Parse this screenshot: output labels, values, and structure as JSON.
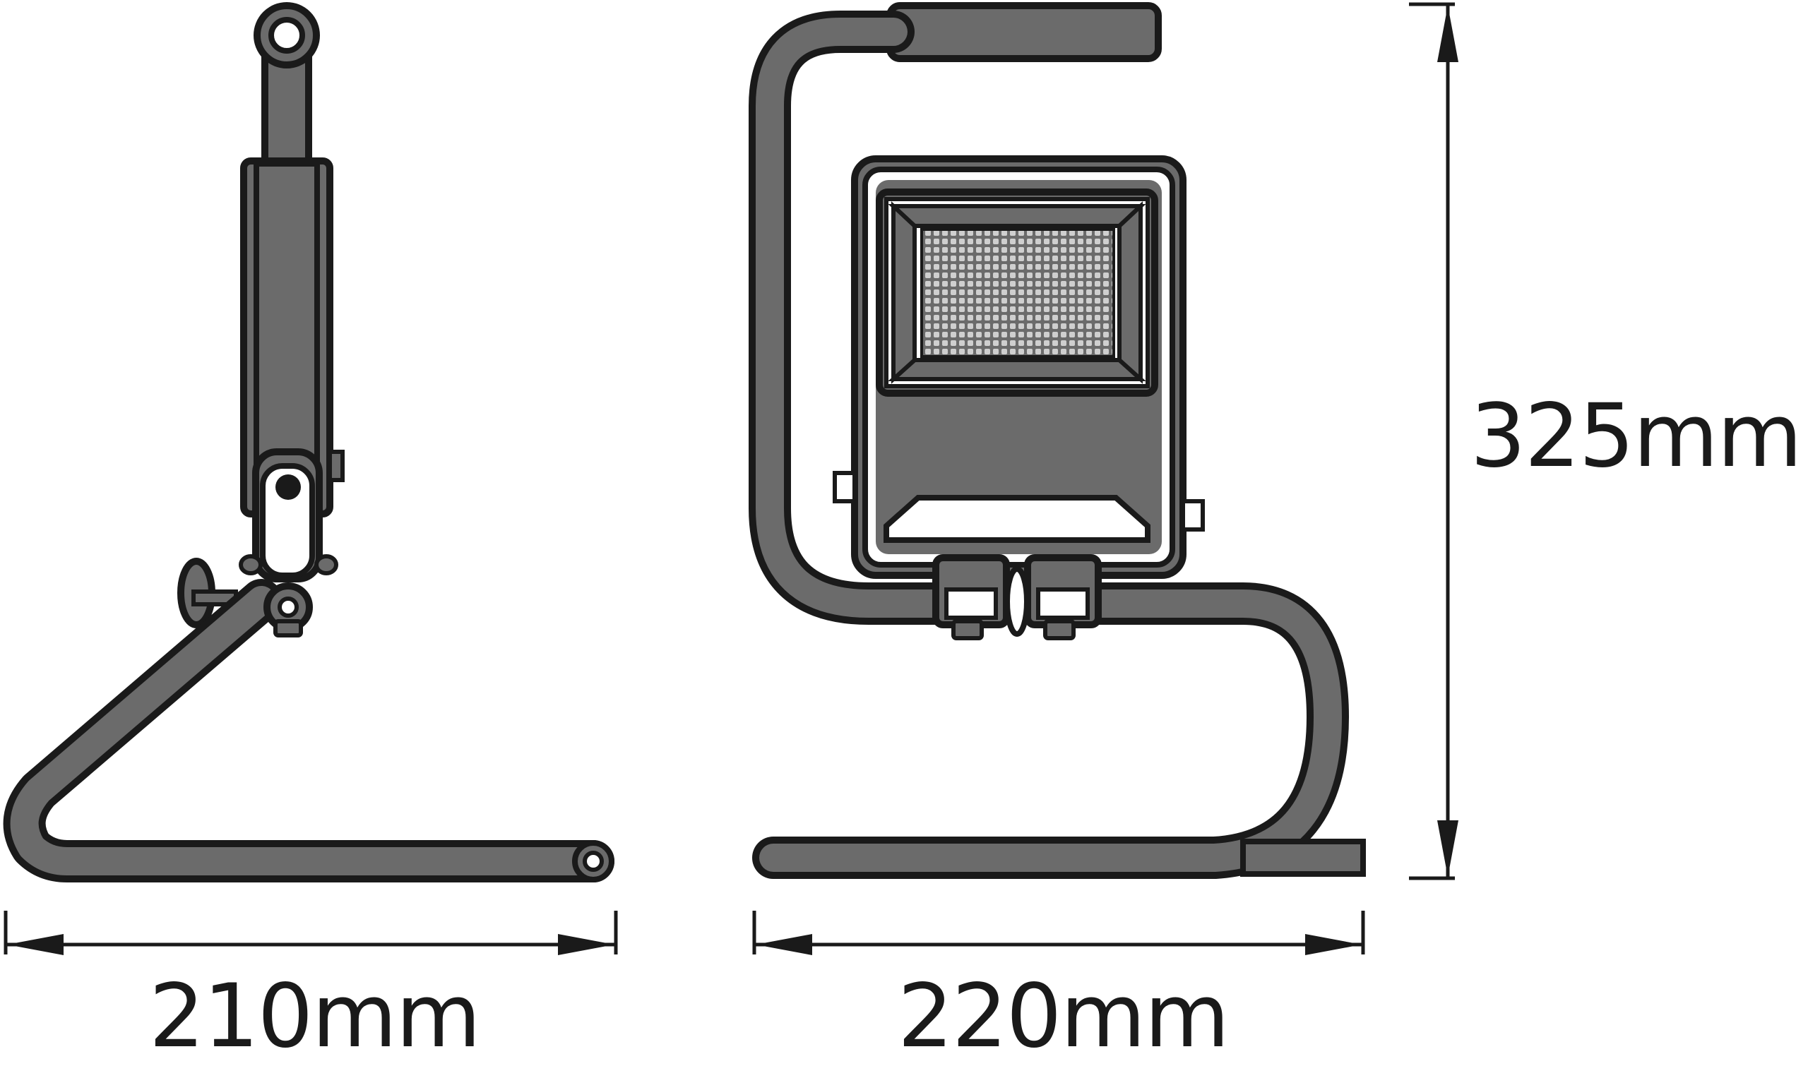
{
  "dimensions": {
    "side_width": "210mm",
    "front_width": "220mm",
    "height": "325mm"
  },
  "colors": {
    "line": "#1a1a1a",
    "body_fill": "#6b6b6b",
    "led_grid": "#9a9a9a",
    "background": "#ffffff"
  }
}
